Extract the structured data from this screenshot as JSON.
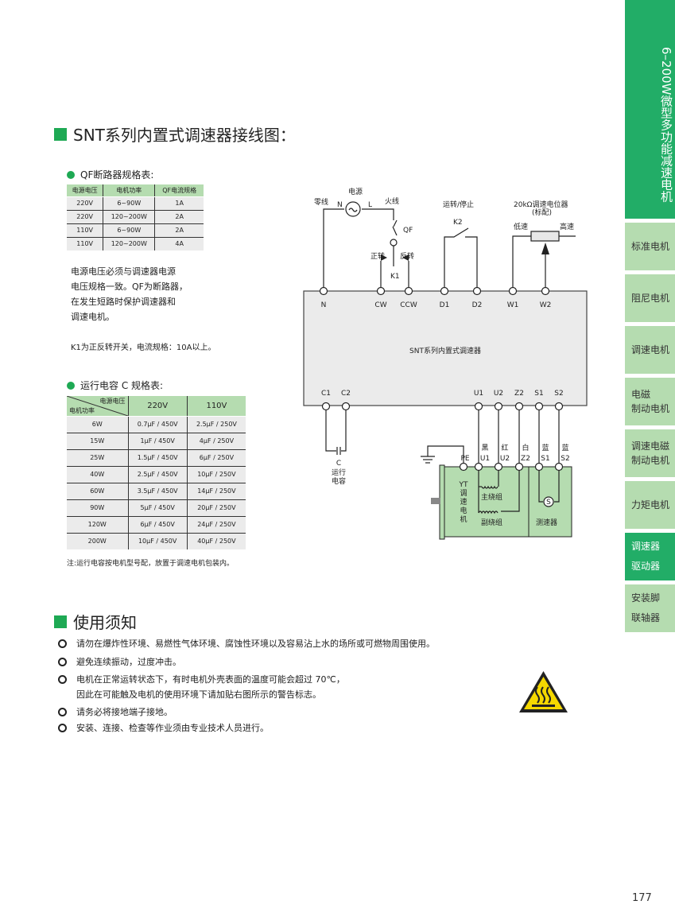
{
  "sidebar": {
    "category": "6–200W微型多功能减速电机",
    "items": [
      {
        "label": "标准电机"
      },
      {
        "label": "阻尼电机"
      },
      {
        "label": "调速电机"
      },
      {
        "label": "电磁\n制动电机"
      },
      {
        "label": "调速电磁\n制动电机"
      },
      {
        "label": "力矩电机"
      },
      {
        "label": "调速器\n驱动器",
        "active": true
      },
      {
        "label": "安装脚\n联轴器"
      }
    ]
  },
  "section1": {
    "title": "SNT系列内置式调速器接线图："
  },
  "qf": {
    "title": "QF断路器规格表:",
    "headers": [
      "电源电压",
      "电机功率",
      "QF电流规格"
    ],
    "rows": [
      [
        "220V",
        "6~90W",
        "1A"
      ],
      [
        "220V",
        "120~200W",
        "2A"
      ],
      [
        "110V",
        "6~90W",
        "2A"
      ],
      [
        "110V",
        "120~200W",
        "4A"
      ]
    ],
    "notes": [
      "电源电压必须与调速器电源",
      "电压规格一致。QF为断路器，",
      "在发生短路时保护调速器和",
      "调速电机。"
    ],
    "k1_note": "K1为正反转开关，电流规格：10A以上。"
  },
  "cap": {
    "title": "运行电容 C 规格表:",
    "corner_top": "电源电压",
    "corner_bottom": "电机功率",
    "headers": [
      "220V",
      "110V"
    ],
    "rows": [
      [
        "6W",
        "0.7μF / 450V",
        "2.5μF / 250V"
      ],
      [
        "15W",
        "1μF / 450V",
        "4μF / 250V"
      ],
      [
        "25W",
        "1.5μF / 450V",
        "6μF / 250V"
      ],
      [
        "40W",
        "2.5μF / 450V",
        "10μF / 250V"
      ],
      [
        "60W",
        "3.5μF / 450V",
        "14μF / 250V"
      ],
      [
        "90W",
        "5μF / 450V",
        "20μF / 250V"
      ],
      [
        "120W",
        "6μF / 450V",
        "24μF / 250V"
      ],
      [
        "200W",
        "10μF / 450V",
        "40μF / 250V"
      ]
    ],
    "note": "注:运行电容按电机型号配，放置于调速电机包装内。"
  },
  "diagram": {
    "power": "电源",
    "neutral": "零线",
    "live": "火线",
    "n": "N",
    "l": "L",
    "qf": "QF",
    "fwd": "正转",
    "rev": "反转",
    "k1": "K1",
    "runstop": "运转/停止",
    "k2": "K2",
    "pot": "20kΩ调速电位器",
    "pot_std": "(标配)",
    "low": "低速",
    "high": "高速",
    "top_terminals": [
      "N",
      "CW",
      "CCW",
      "D1",
      "D2",
      "W1",
      "W2"
    ],
    "controller": "SNT系列内置式调速器",
    "bottom_terminals": [
      "C1",
      "C2",
      "U1",
      "U2",
      "Z2",
      "S1",
      "S2"
    ],
    "cap_c": "C",
    "cap_label1": "运行",
    "cap_label2": "电容",
    "colors": [
      "黑",
      "红",
      "白",
      "蓝",
      "蓝"
    ],
    "motor_terms": [
      "PE",
      "U1",
      "U2",
      "Z2",
      "S1",
      "S2"
    ],
    "motor": [
      "YT",
      "调",
      "速",
      "电",
      "机"
    ],
    "main_winding": "主绕组",
    "aux_winding": "副绕组",
    "tach": "测速器",
    "s": "S"
  },
  "section2": {
    "title": "使用须知",
    "items": [
      "请勿在爆炸性环境、易燃性气体环境、腐蚀性环境以及容易沾上水的场所或可燃物周围使用。",
      "避免连续振动，过度冲击。",
      "电机在正常运转状态下，有时电机外壳表面的温度可能会超过 70℃，\n因此在可能触及电机的使用环境下请加贴右图所示的警告标志。",
      "请务必将接地端子接地。",
      "安装、连接、检查等作业须由专业技术人员进行。"
    ]
  },
  "page_number": "177"
}
